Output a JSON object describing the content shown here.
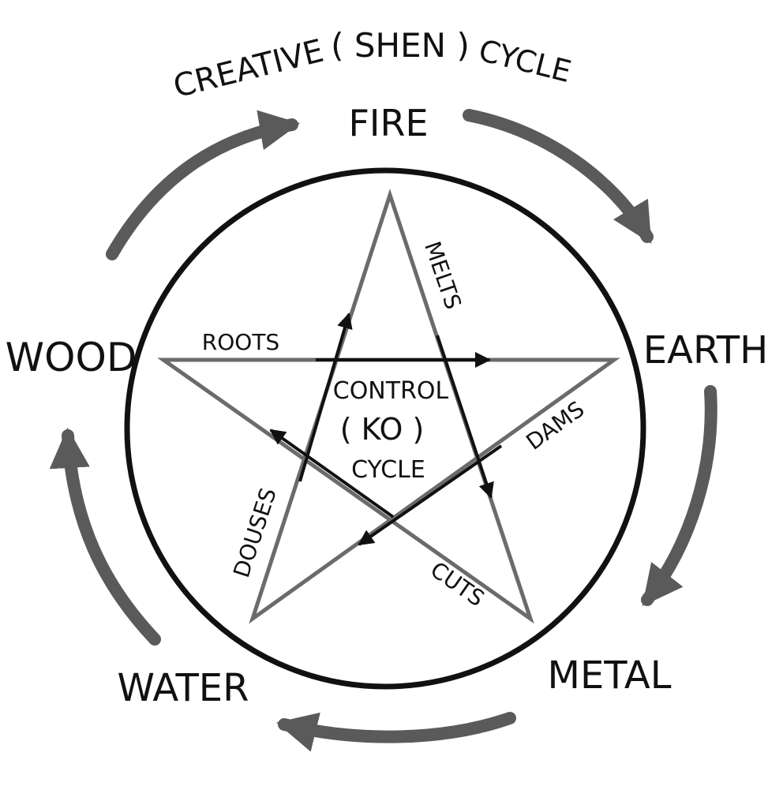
{
  "title": {
    "creative": "CREATIVE",
    "shen": "( SHEN )",
    "cycle": "CYCLE"
  },
  "elements": {
    "fire": "FIRE",
    "earth": "EARTH",
    "metal": "METAL",
    "water": "WATER",
    "wood": "WOOD"
  },
  "control": {
    "line1": "CONTROL",
    "line2": "( KO )",
    "line3": "CYCLE"
  },
  "actions": {
    "roots": "ROOTS",
    "melts": "MELTS",
    "dams": "DAMS",
    "cuts": "CUTS",
    "douses": "DOUSES"
  },
  "colors": {
    "ink": "#111111",
    "star": "#6b6b6b",
    "arrow": "#5a5a5a"
  }
}
